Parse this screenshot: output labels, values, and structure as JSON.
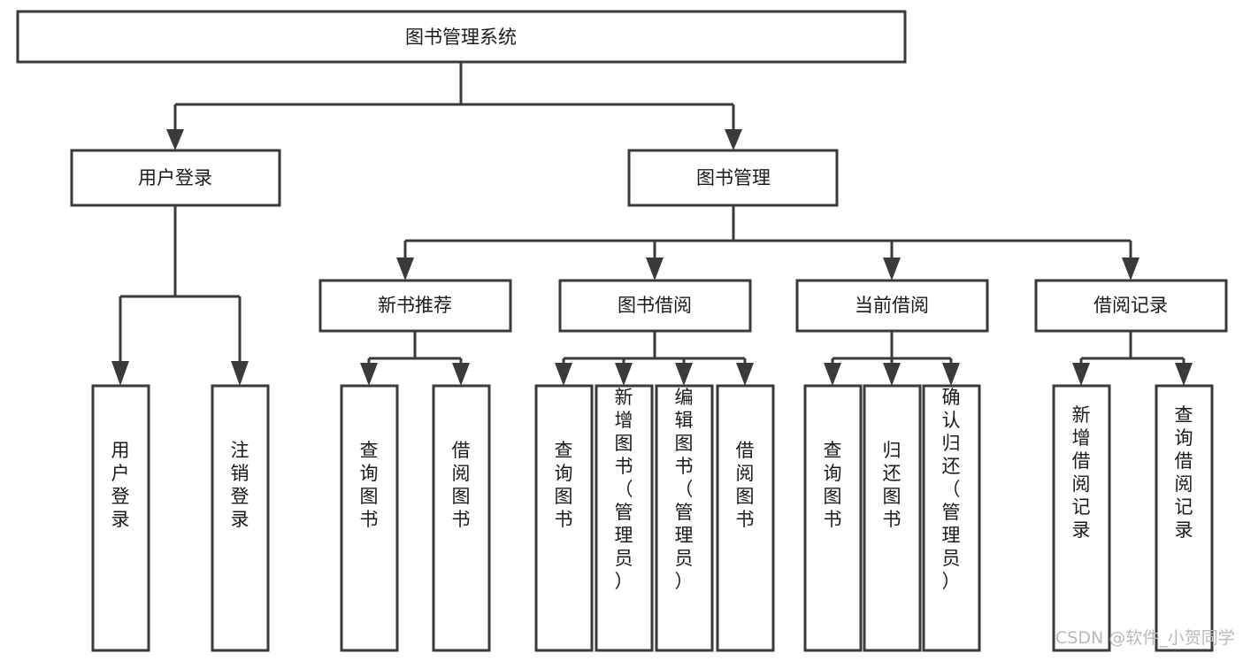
{
  "diagram": {
    "type": "tree-hierarchy-chart",
    "title": "图书管理系统",
    "root": {
      "label": "图书管理系统",
      "level": 0
    },
    "level1": [
      {
        "label": "用户登录"
      },
      {
        "label": "图书管理"
      }
    ],
    "level2": [
      {
        "label": "新书推荐"
      },
      {
        "label": "图书借阅"
      },
      {
        "label": "当前借阅"
      },
      {
        "label": "借阅记录"
      }
    ],
    "leaves": {
      "user_login": [
        {
          "label": "用户登录"
        },
        {
          "label": "注销登录"
        }
      ],
      "new_book_recommend": [
        {
          "label": "查询图书"
        },
        {
          "label": "借阅图书"
        }
      ],
      "book_borrow": [
        {
          "label": "查询图书"
        },
        {
          "label": "新增图书（管理员）"
        },
        {
          "label": "编辑图书（管理员）"
        },
        {
          "label": "借阅图书"
        }
      ],
      "current_borrow": [
        {
          "label": "查询图书"
        },
        {
          "label": "归还图书"
        },
        {
          "label": "确认归还（管理员）"
        }
      ],
      "borrow_record": [
        {
          "label": "新增借阅记录"
        },
        {
          "label": "查询借阅记录"
        }
      ]
    },
    "watermark": "CSDN @软件_小贺同学",
    "colors": {
      "background": "#ffffff",
      "box_fill": "#ffffff",
      "box_stroke": "#3a3a3a",
      "text": "#1a1a1a",
      "watermark": "#b9b9b9"
    }
  }
}
